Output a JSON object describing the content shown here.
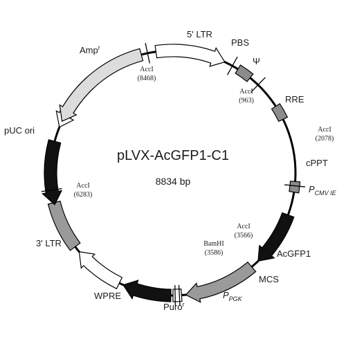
{
  "plasmid": {
    "name": "pLVX-AcGFP1-C1",
    "size": "8834 bp"
  },
  "colors": {
    "ring": "#000000",
    "black": "#111111",
    "gray": "#9a9a9a",
    "light": "#dcdcdc",
    "white": "#ffffff",
    "box": "#8c8c8c"
  },
  "features": [
    {
      "id": "ltr5",
      "label": "5' LTR",
      "start": 6,
      "end": 45,
      "style": "white",
      "dir": "cw"
    },
    {
      "id": "psi",
      "label": "Ψ",
      "start": 66,
      "end": 76,
      "style": "box",
      "dir": "none"
    },
    {
      "id": "rre",
      "label": "RRE",
      "start": 107,
      "end": 117,
      "style": "box",
      "dir": "none"
    },
    {
      "id": "cppt",
      "label": "cPPT",
      "start": 141,
      "end": 147,
      "style": "box",
      "dir": "none"
    },
    {
      "id": "pcmv",
      "label": "P",
      "sub": "CMV IE",
      "start": 153,
      "end": 176,
      "style": "black",
      "dir": "cw"
    },
    {
      "id": "acgfp1",
      "label": "AcGFP1",
      "start": 183,
      "end": 220,
      "style": "gray",
      "dir": "cw"
    },
    {
      "id": "mcs",
      "label": "MCS",
      "start": 222,
      "end": 226,
      "style": "white",
      "dir": "none"
    },
    {
      "id": "ppgk",
      "label": "P",
      "sub": "PGK",
      "start": 228,
      "end": 251,
      "style": "black",
      "dir": "cw"
    },
    {
      "id": "puro",
      "label": "Puro",
      "sup": "r",
      "start": 253,
      "end": 278,
      "style": "white",
      "dir": "cw"
    },
    {
      "id": "wpre",
      "label": "WPRE",
      "start": 281,
      "end": 310,
      "style": "gray",
      "dir": "none"
    },
    {
      "id": "ltr3",
      "label": "3' LTR",
      "start": 320,
      "end": 355,
      "style": "white",
      "dir": "ccw"
    },
    {
      "id": "puc",
      "label": "pUC ori",
      "start": 20,
      "end": 62,
      "style": "black",
      "dir": "ccw",
      "segment": "left"
    },
    {
      "id": "amp",
      "label": "Amp",
      "sup": "r",
      "start": 68,
      "end": 132,
      "style": "light",
      "dir": "ccw",
      "segment": "topleft"
    }
  ],
  "sites": [
    {
      "id": "accI-8468",
      "name": "AccI",
      "pos": "(8468)"
    },
    {
      "id": "accI-963",
      "name": "AccI",
      "pos": "(963)"
    },
    {
      "id": "accI-2078",
      "name": "AccI",
      "pos": "(2078)"
    },
    {
      "id": "accI-3566",
      "name": "AccI",
      "pos": "(3566)"
    },
    {
      "id": "bamHI-3586",
      "name": "BamHI",
      "pos": "(3586)"
    },
    {
      "id": "accI-6283",
      "name": "AccI",
      "pos": "(6283)"
    }
  ],
  "labels": {
    "pbs": "PBS"
  }
}
